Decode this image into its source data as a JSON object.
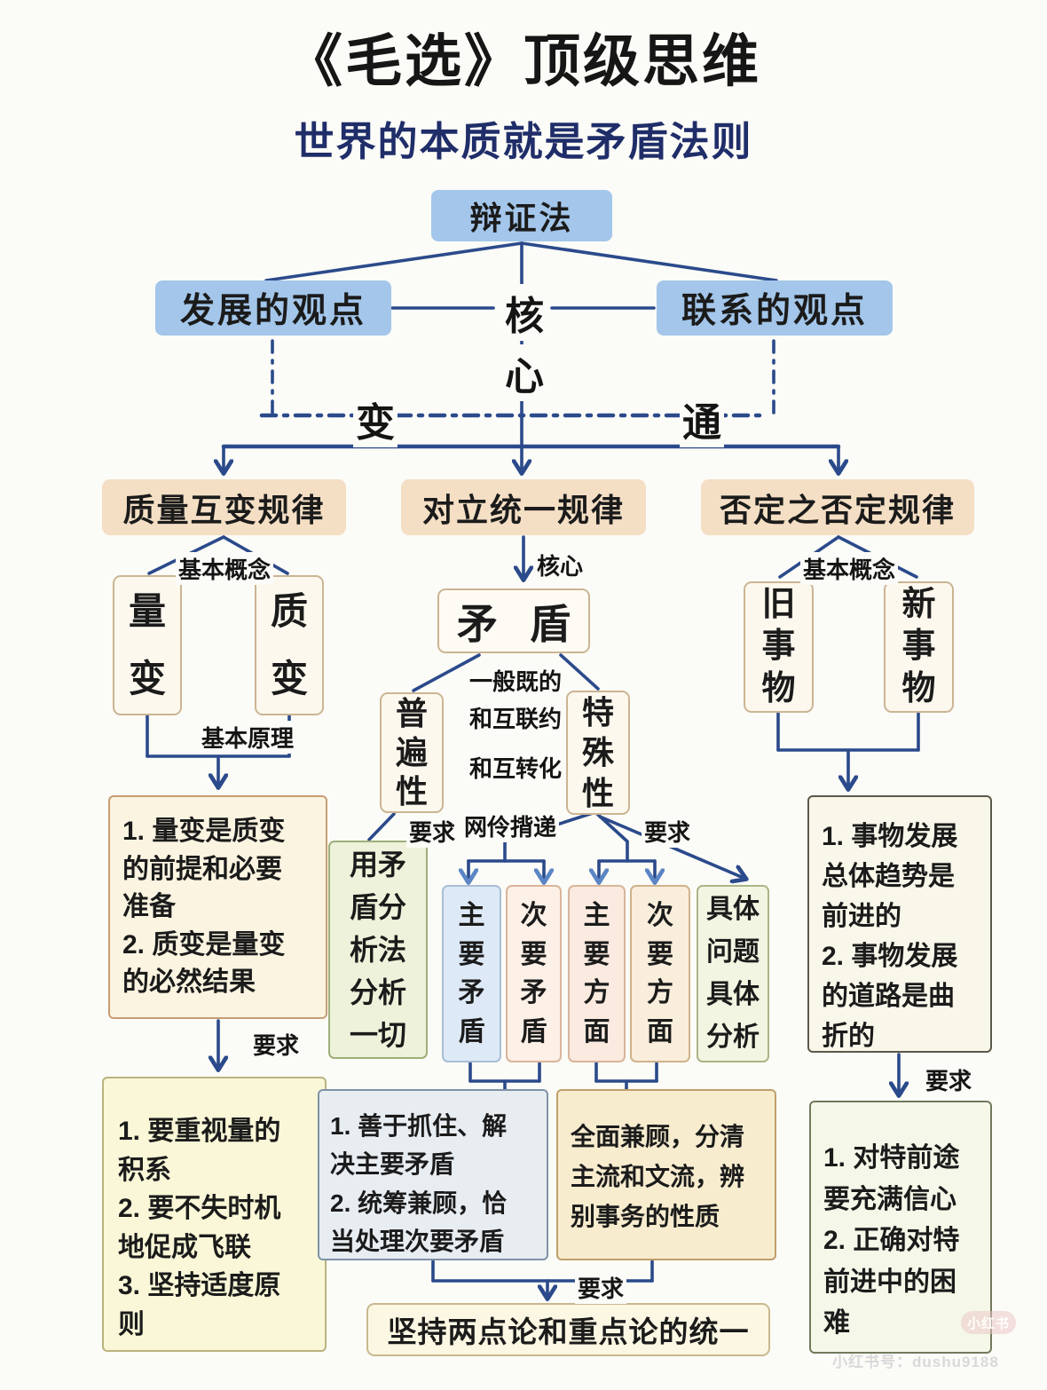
{
  "header": {
    "title": "《毛选》顶级思维",
    "subtitle": "世界的本质就是矛盾法则"
  },
  "top": {
    "root": "辩证法",
    "left_view": "发展的观点",
    "right_view": "联系的观点",
    "core_char1": "核",
    "core_char2": "心",
    "bian": "变",
    "tong": "通"
  },
  "laws": {
    "quantity": "质量互变规律",
    "unity": "对立统一规律",
    "negation": "否定之否定规律"
  },
  "labels": {
    "basic_concept": "基本概念",
    "basic_principle": "基本原理",
    "core": "核心",
    "requirement": "要求",
    "mid_link": "网伶揹递"
  },
  "quantity_branch": {
    "box_liang": "量变",
    "box_zhi": "质变",
    "principle": "1. 量变是质变\n的前提和必要\n准备\n2. 质变是量变\n的必然结果",
    "requirement": "1. 要重视量的\n积系\n2. 要不失时机\n地促成飞联\n3. 坚持适度原\n则"
  },
  "unity_branch": {
    "maodun": "矛盾",
    "rel_line1": "一般既的",
    "rel_line2": "和互联约",
    "rel_line3": "和互转化",
    "universality": "普遍性",
    "particularity": "特殊性",
    "analysis_all": "用矛盾分析法分析一切",
    "main_contradiction": "主要矛盾",
    "secondary_contradiction": "次要矛盾",
    "main_aspect": "主要方面",
    "secondary_aspect": "次要方面",
    "concrete": "具体问题具体分析",
    "contradiction_req": "1. 善于抓住、解\n决主要矛盾\n2. 统筹兼顾，恰\n当处理次要矛盾",
    "aspect_req": "全面兼顾，分清\n主流和文流，辨\n别事务的性质",
    "unity_req": "坚持两点论和重点论的统一"
  },
  "negation_branch": {
    "old_thing": "旧事物",
    "new_thing": "新事物",
    "principle": "1. 事物发展\n总体趋势是\n前进的\n2. 事物发展\n的道路是曲\n折的",
    "requirement": "1. 对特前途\n要充满信心\n2. 正确对特\n前进中的困\n难"
  },
  "watermark": {
    "badge": "小红书",
    "account": "小红书号：dushu9188"
  }
}
